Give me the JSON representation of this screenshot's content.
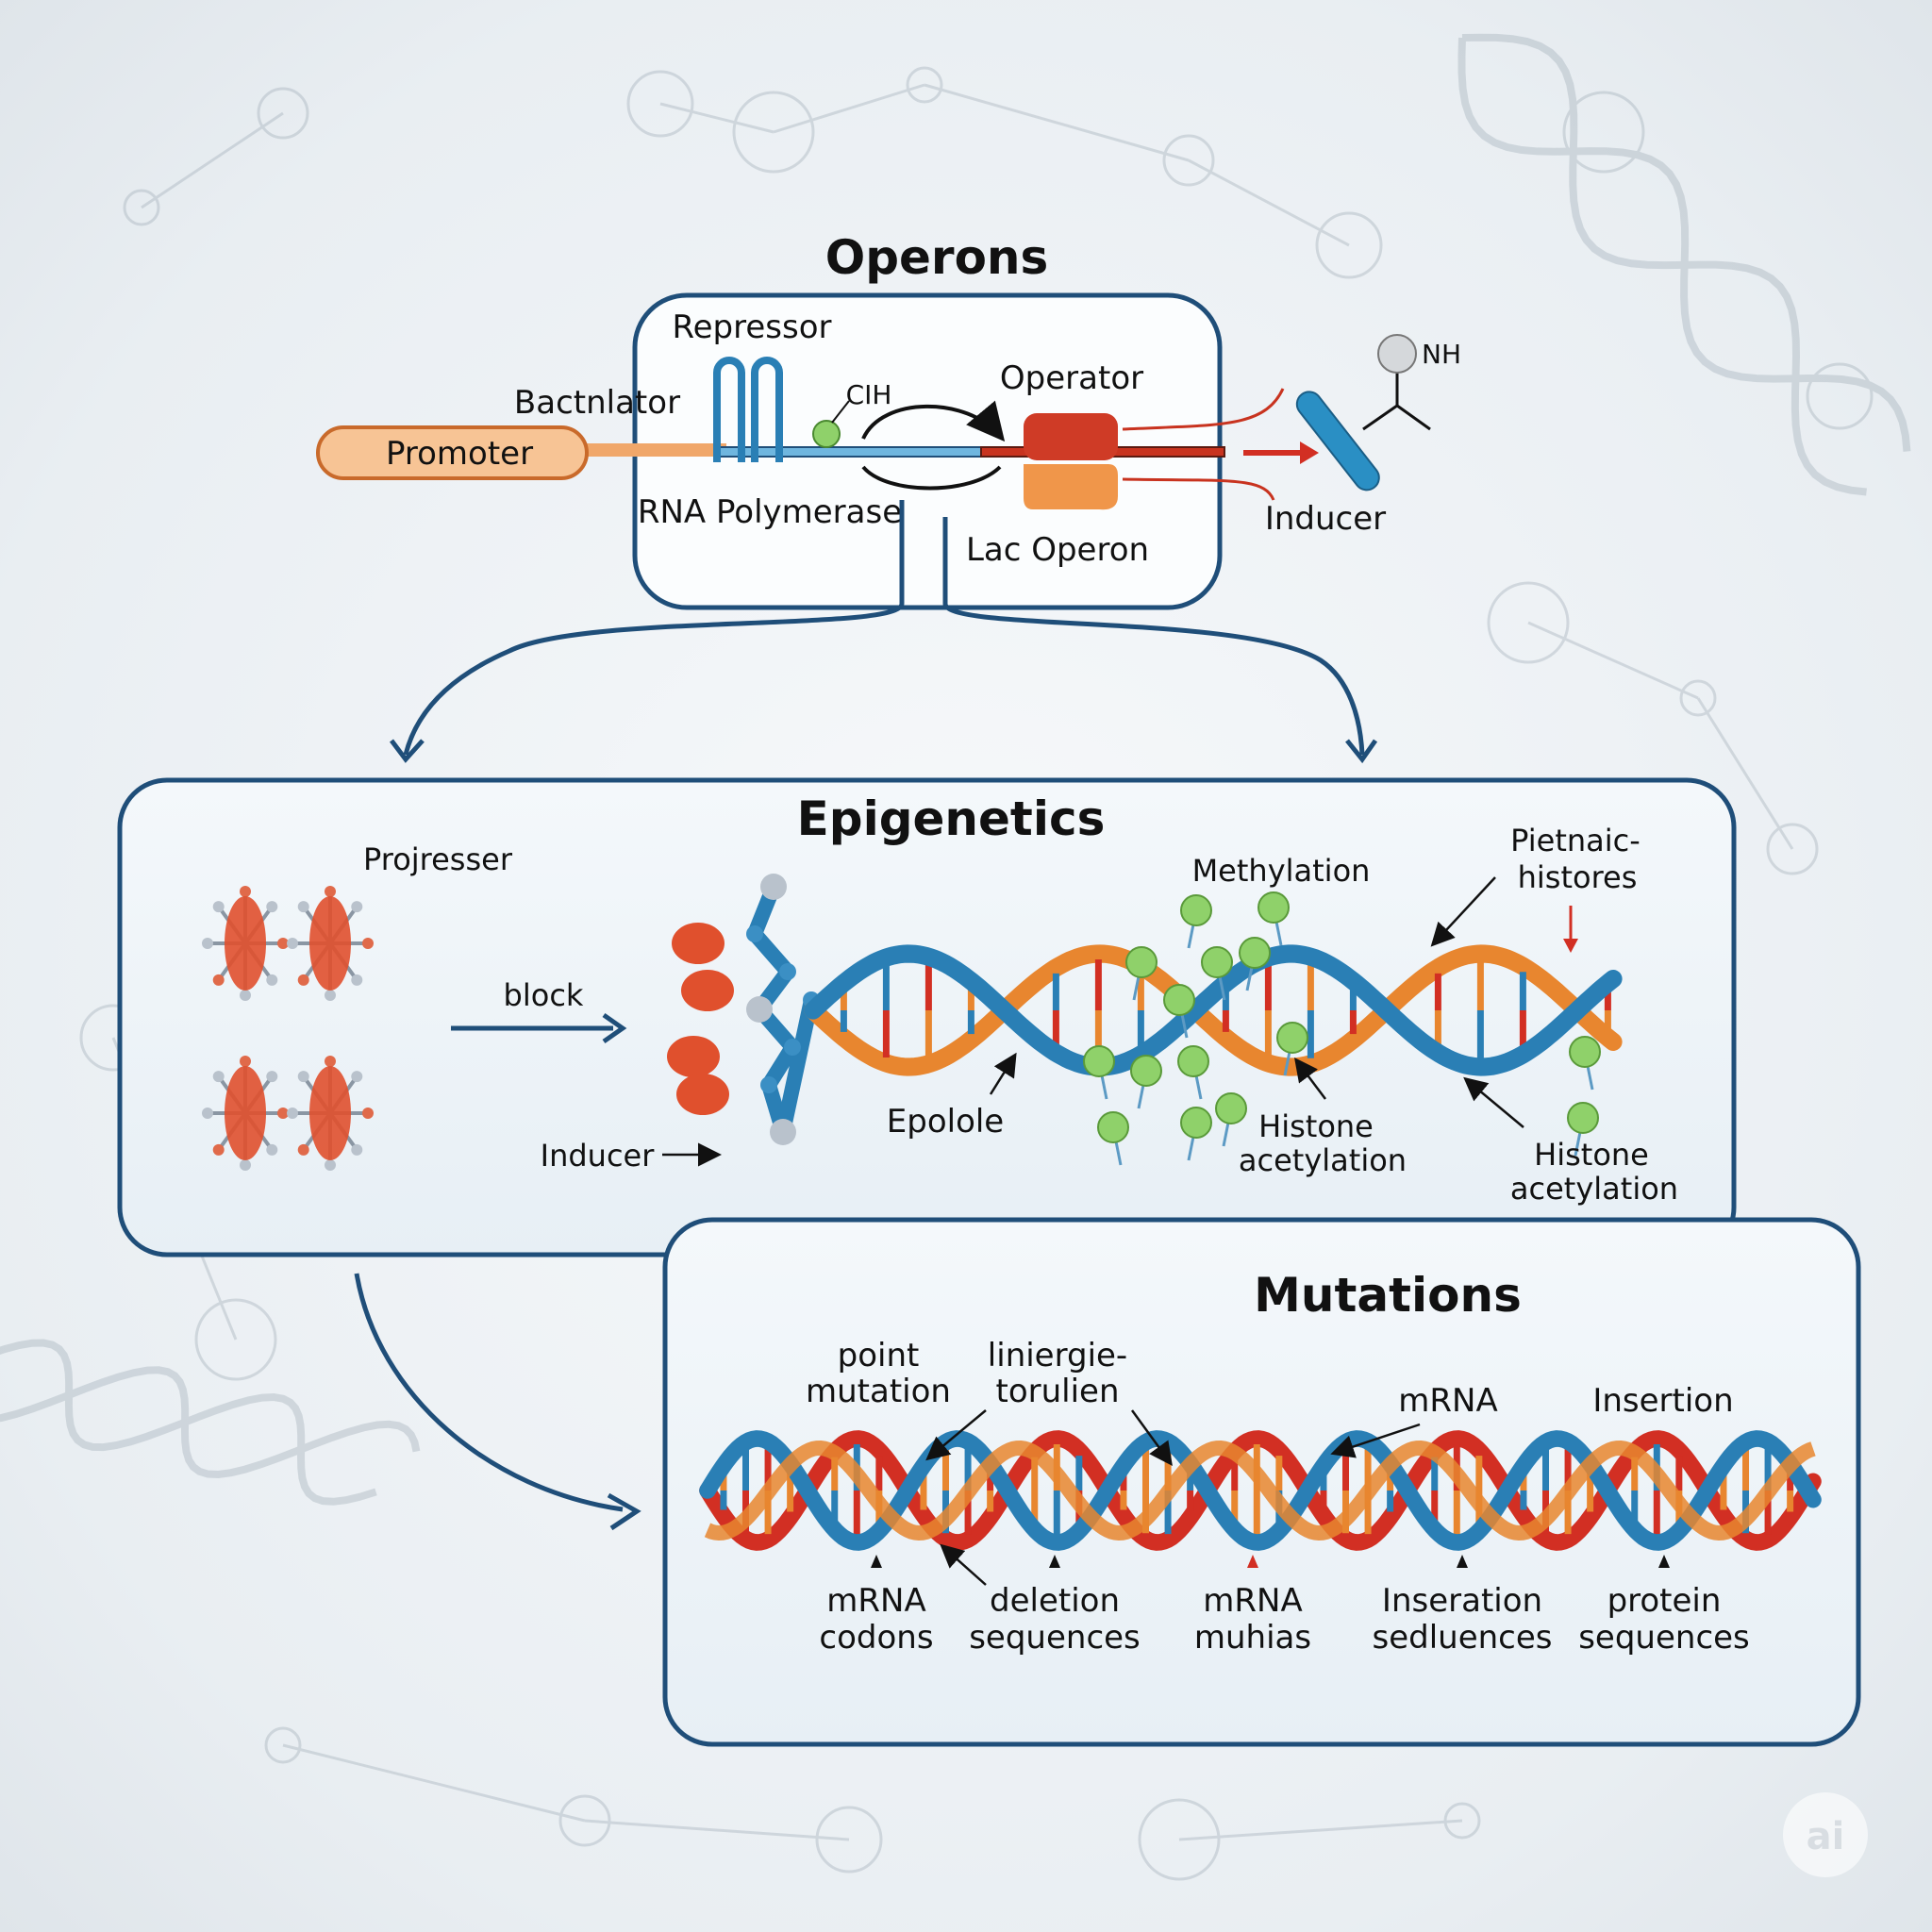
{
  "operons": {
    "title": "Operons",
    "labels": {
      "repressor": "Repressor",
      "bactnlator": "Bactnlator",
      "promoter": "Promoter",
      "cih": "CIH",
      "operator": "Operator",
      "rna_polymerase": "RNA Polymerase",
      "lac_operon": "Lac Operon",
      "inducer": "Inducer",
      "nh": "NH"
    }
  },
  "epigenetics": {
    "title": "Epigenetics",
    "labels": {
      "projresser": "Projresser",
      "block": "block",
      "inducer": "Inducer",
      "epolole": "Epolole",
      "methylation": "Methylation",
      "pietnaic_1": "Pietnaic-",
      "pietnaic_2": "histores",
      "histone_acetylation_a_1": "Histone",
      "histone_acetylation_a_2": "acetylation",
      "histone_acetylation_b_1": "Histone",
      "histone_acetylation_b_2": "acetylation"
    }
  },
  "mutations": {
    "title": "Mutations",
    "top_labels": [
      {
        "line1": "point",
        "line2": "mutation"
      },
      {
        "line1": "liniergie-",
        "line2": "torulien"
      },
      {
        "line1": "",
        "line2": "mRNA"
      },
      {
        "line1": "",
        "line2": "Insertion"
      }
    ],
    "bottom_labels": [
      {
        "line1": "mRNA",
        "line2": "codons"
      },
      {
        "line1": "deletion",
        "line2": "sequences"
      },
      {
        "line1": "mRNA",
        "line2": "muhias"
      },
      {
        "line1": "Inseration",
        "line2": "sedluences"
      },
      {
        "line1": "protein",
        "line2": "sequences"
      }
    ]
  },
  "watermark": "ai",
  "colors": {
    "frame": "#1f4e79",
    "dna_blue": "#2a7fb5",
    "dna_orange": "#e8862f",
    "dna_red": "#d22f23",
    "green": "#8fd16a"
  }
}
